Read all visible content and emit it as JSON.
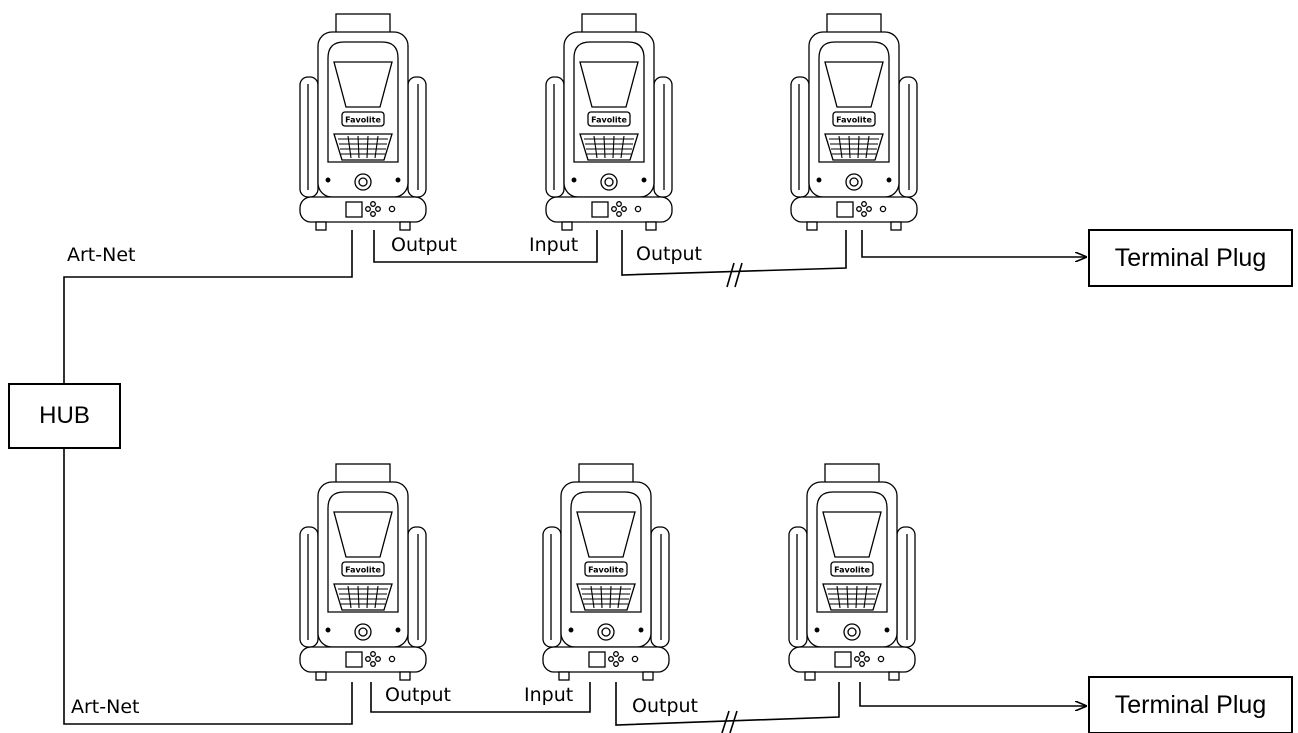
{
  "hub": {
    "label": "HUB"
  },
  "rows": [
    {
      "art_net_label": "Art-Net",
      "fixtures": [
        {
          "brand": "Favolite"
        },
        {
          "brand": "Favolite"
        },
        {
          "brand": "Favolite"
        }
      ],
      "output_label_1": "Output",
      "input_label": "Input",
      "output_label_2": "Output",
      "terminal_label": "Terminal Plug"
    },
    {
      "art_net_label": "Art-Net",
      "fixtures": [
        {
          "brand": "Favolite"
        },
        {
          "brand": "Favolite"
        },
        {
          "brand": "Favolite"
        }
      ],
      "output_label_1": "Output",
      "input_label": "Input",
      "output_label_2": "Output",
      "terminal_label": "Terminal Plug"
    }
  ],
  "colors": {
    "line": "#000000",
    "background": "#ffffff"
  }
}
